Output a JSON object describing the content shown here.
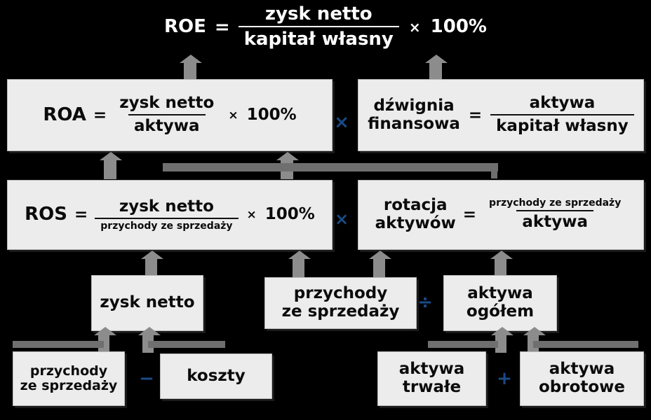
{
  "diagram": {
    "title_formula": {
      "name": "ROE",
      "equals": "=",
      "numerator": "zysk netto",
      "denominator": "kapitał własny",
      "times": "×",
      "percent": "100%"
    },
    "level1": {
      "roa": {
        "name": "ROA",
        "equals": "=",
        "numerator": "zysk netto",
        "denominator": "aktywa",
        "times": "×",
        "percent": "100%"
      },
      "leverage": {
        "name_line1": "dźwignia",
        "name_line2": "finansowa",
        "equals": "=",
        "numerator": "aktywa",
        "denominator": "kapitał własny"
      },
      "operator": "×"
    },
    "level2": {
      "ros": {
        "name": "ROS",
        "equals": "=",
        "numerator": "zysk netto",
        "denominator": "przychody ze sprzedaży",
        "times": "×",
        "percent": "100%"
      },
      "asset_turnover": {
        "name_line1": "rotacja",
        "name_line2": "aktywów",
        "equals": "=",
        "numerator": "przychody ze sprzedaży",
        "denominator": "aktywa"
      },
      "operator": "×"
    },
    "level3": {
      "net_profit": "zysk netto",
      "revenue_line1": "przychody",
      "revenue_line2": "ze sprzedaży",
      "total_assets_line1": "aktywa",
      "total_assets_line2": "ogółem",
      "operator": "÷"
    },
    "level4": {
      "revenue_line1": "przychody",
      "revenue_line2": "ze sprzedaży",
      "costs": "koszty",
      "minus_operator": "−",
      "fixed_assets_line1": "aktywa",
      "fixed_assets_line2": "trwałe",
      "current_assets_line1": "aktywa",
      "current_assets_line2": "obrotowe",
      "plus_operator": "+"
    },
    "colors": {
      "background": "#000000",
      "box_fill": "#ececec",
      "text_on_box": "#0b0b0b",
      "text_on_background": "#ffffff",
      "operator_blue": "#1a4b86",
      "connector_gray": "#8c8c8c"
    }
  }
}
